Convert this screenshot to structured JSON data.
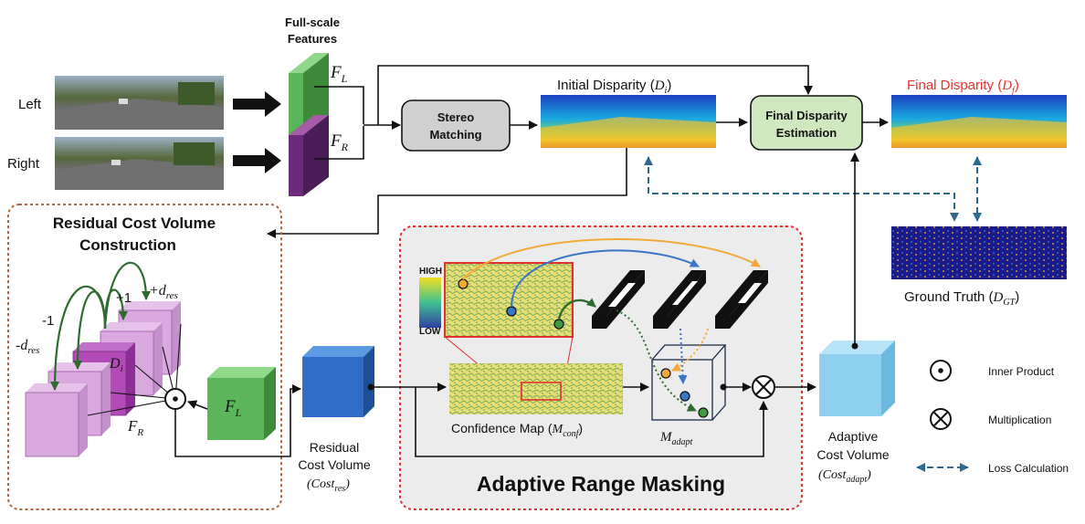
{
  "inputs": {
    "left_label": "Left",
    "right_label": "Right"
  },
  "features": {
    "title_line1": "Full-scale",
    "title_line2": "Features",
    "fl_main": "F",
    "fl_sub": "L",
    "fr_main": "F",
    "fr_sub": "R"
  },
  "stereo_matching": {
    "line1": "Stereo",
    "line2": "Matching"
  },
  "initial_disparity": {
    "label": "Initial Disparity (",
    "sym": "D",
    "sub": "i",
    "close": ")"
  },
  "final_estimation": {
    "line1": "Final Disparity",
    "line2": "Estimation"
  },
  "final_disparity": {
    "label": "Final Disparity (",
    "sym": "D",
    "sub": "f",
    "close": ")",
    "color": "#e8302c"
  },
  "ground_truth": {
    "label": "Ground Truth (",
    "sym": "D",
    "sub": "GT",
    "close": ")"
  },
  "residual_construction": {
    "title_line1": "Residual Cost Volume",
    "title_line2": "Construction",
    "minus_dres": "-d",
    "minus_dres_sub": "res",
    "minus_one": "-1",
    "plus_one": "+1",
    "plus_dres": "+d",
    "plus_dres_sub": "res",
    "di_sym": "D",
    "di_sub": "i",
    "fr_sym": "F",
    "fr_sub": "R",
    "fl_sym": "F",
    "fl_sub": "L"
  },
  "residual_volume": {
    "line1": "Residual",
    "line2": "Cost Volume",
    "sym": "(Cost",
    "sub": "res",
    "close": ")"
  },
  "adaptive_masking": {
    "title": "Adaptive Range Masking",
    "high": "HIGH",
    "low": "LOW",
    "conf_label": "Confidence Map (",
    "conf_sym": "M",
    "conf_sub": "conf",
    "conf_close": ")",
    "madapt_sym": "M",
    "madapt_sub": "adapt"
  },
  "adaptive_volume": {
    "line1": "Adaptive",
    "line2": "Cost Volume",
    "sym": "(Cost",
    "sub": "adapt",
    "close": ")"
  },
  "legend": {
    "inner_product": "Inner Product",
    "multiplication": "Multiplication",
    "loss": "Loss Calculation"
  },
  "colors": {
    "green_feature": "#5bb55a",
    "purple_feature": "#6b2a7a",
    "stereo_box": "#d0d0d0",
    "final_box": "#cfe8bf",
    "residual_blue": "#2e6ec8",
    "adaptive_blue": "#8fd0f0",
    "dashed_frame_brown": "#b8623a",
    "dashed_frame_red": "#e03030",
    "loss_arrow": "#2f6a8e",
    "orange_point": "#f3a93a",
    "blue_point": "#3a76c8",
    "green_point": "#3e9a3e"
  }
}
